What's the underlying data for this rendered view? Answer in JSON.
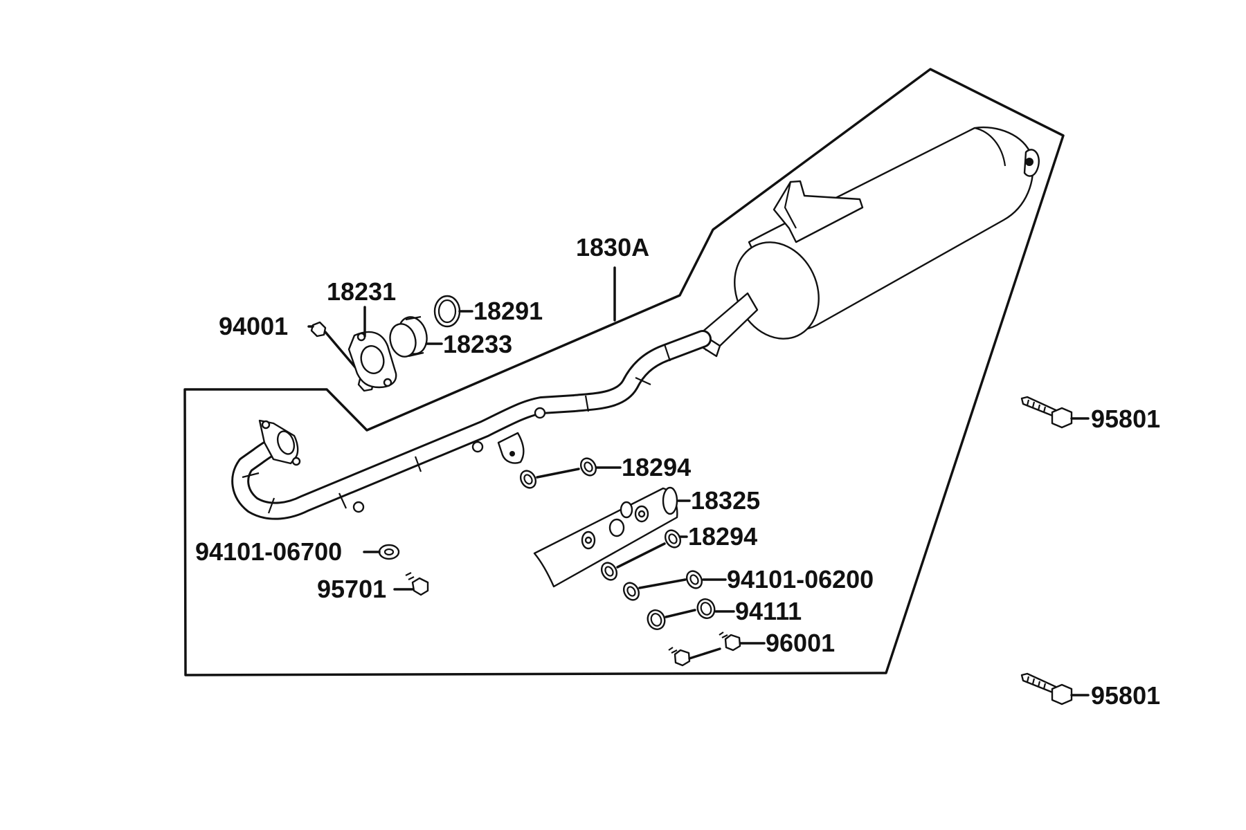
{
  "diagram": {
    "labels": {
      "assembly": "1830A",
      "gasket_flange": "18231",
      "ring_18291": "18291",
      "collar_18233": "18233",
      "nut_94001": "94001",
      "washer_18294_upper": "18294",
      "heat_shield": "18325",
      "washer_18294_lower": "18294",
      "washer_94101_06700": "94101-06700",
      "bolt_95701": "95701",
      "washer_94101_06200": "94101-06200",
      "ring_94111": "94111",
      "bolt_96001": "96001",
      "bolt_95801_upper": "95801",
      "bolt_95801_lower": "95801"
    },
    "line_color": "#111111",
    "background": "#ffffff"
  }
}
